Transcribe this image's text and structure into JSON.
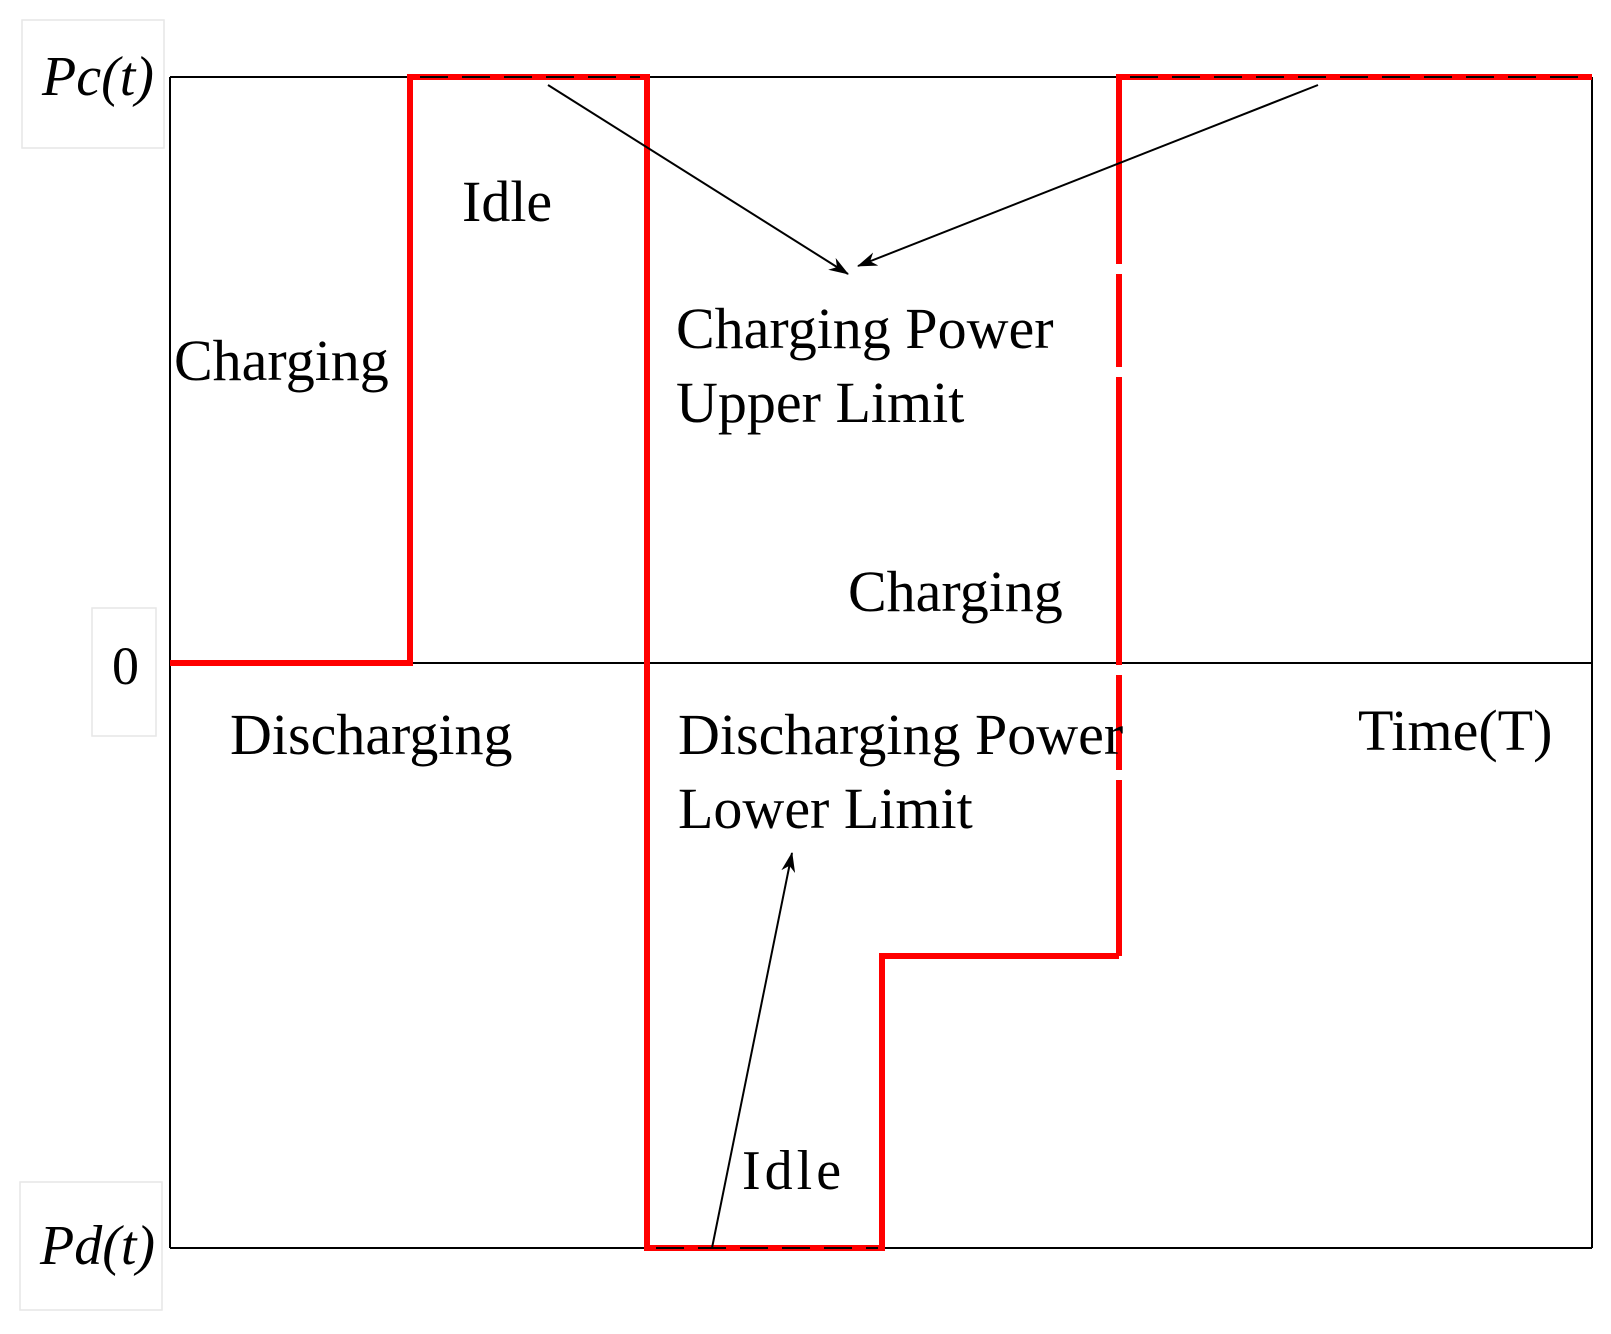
{
  "axis_labels": {
    "top": "Pc(t)",
    "zero": "0",
    "bottom": "Pd(t)",
    "time": "Time(T)"
  },
  "region_labels": {
    "charging_left": "Charging",
    "idle_top": "Idle",
    "charging_upper_limit_line1": "Charging Power",
    "charging_upper_limit_line2": "Upper Limit",
    "charging_right": "Charging",
    "discharging_left": "Discharging",
    "discharging_lower_limit_line1": "Discharging Power",
    "discharging_lower_limit_line2": "Lower Limit",
    "idle_bottom": "Idle"
  },
  "colors": {
    "profile": "#ff0000",
    "axes": "#000000"
  }
}
